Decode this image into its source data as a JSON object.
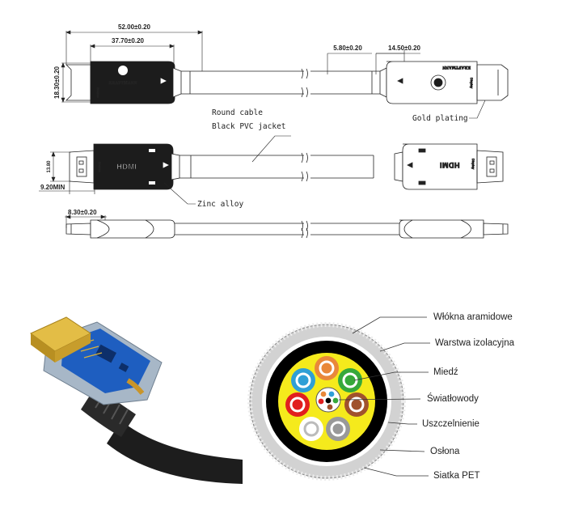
{
  "drawing": {
    "dim_overall": "52.00±0.20",
    "dim_housing": "37.70±0.20",
    "dim_height": "18.30±0.20",
    "dim_cable_dia": "5.80±0.20",
    "dim_right_housing": "14.50±0.20",
    "dim_plug_height": "13.80",
    "dim_min": "9.20MIN",
    "dim_side": "8.30±0.20",
    "note_cable_line1": "Round cable",
    "note_cable_line2": "Black PVC jacket",
    "note_gold": "Gold plating",
    "note_zinc": "Zinc alloy",
    "brand": "KRAFTMANN",
    "hdmi_logo": "HDMI",
    "label_source": "Source",
    "label_display": "Display",
    "colors": {
      "line": "#222222",
      "housing": "#1c1c1c"
    }
  },
  "cross_section": {
    "labels": [
      "Włókna aramidowe",
      "Warstwa izolacyjna",
      "Miedź",
      "Światłowody",
      "Uszczelnienie",
      "Osłona",
      "Siatka PET"
    ],
    "colors": {
      "outer_mesh": "#d2d2d2",
      "jacket": "#000000",
      "filler": "#f5ea1c",
      "conductor_colors": [
        "#e9883a",
        "#2f9fd6",
        "#36a83a",
        "#e11f1f",
        "#a0522d",
        "#ffffff",
        "#999999"
      ],
      "fiber_colors": [
        "#e9883a",
        "#2f9fd6",
        "#36a83a",
        "#e11f1f",
        "#000000",
        "#a0522d"
      ]
    }
  },
  "photo": {
    "colors": {
      "gold": "#d9b13b",
      "pcb": "#1e5ec0",
      "shell": "#a7b7c7",
      "cable": "#1d1d1d"
    }
  }
}
